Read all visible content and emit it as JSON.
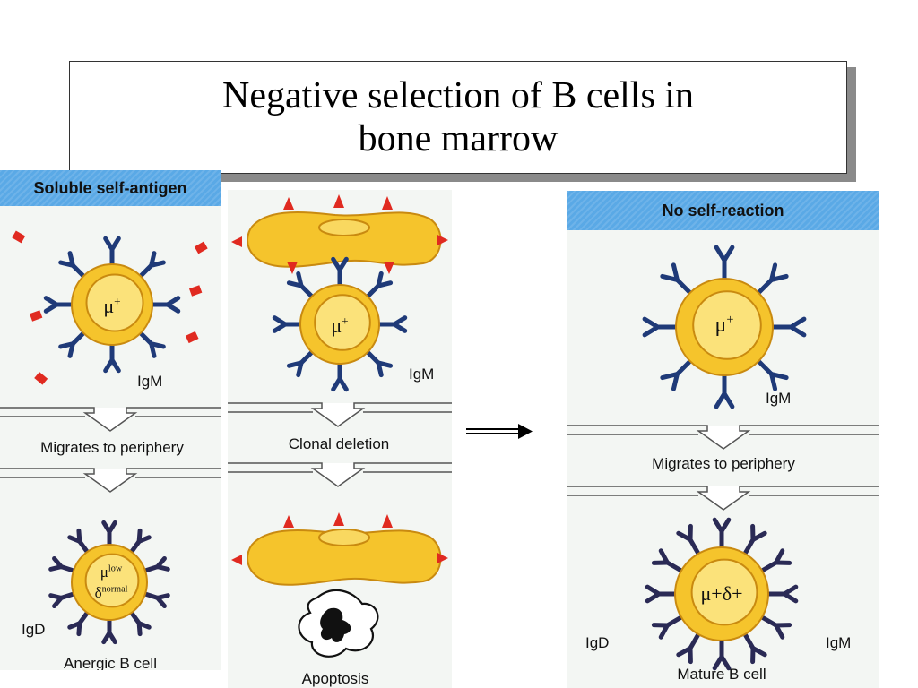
{
  "title": {
    "line1": "Negative selection of B cells in",
    "line2": "bone marrow"
  },
  "panel_left": {
    "header": "Soluble  self-antigen",
    "cell_top_label": "μ+",
    "igm_label": "IgM",
    "step_label": "Migrates  to  periphery",
    "cell_bottom_line1": "μlow",
    "cell_bottom_line2": "δnormal",
    "igd_label": "IgD",
    "result_label": "Anergic  B  cell"
  },
  "panel_middle": {
    "cell_label": "μ+",
    "igm_label": "IgM",
    "step_label": "Clonal  deletion",
    "result_label": "Apoptosis"
  },
  "panel_right": {
    "header": "No  self-reaction",
    "cell_top_label": "μ+",
    "igm_label": "IgM",
    "step_label": "Migrates  to  periphery",
    "cell_bottom_label": "μ+δ+",
    "igd_label": "IgD",
    "igm_label_bottom": "IgM",
    "result_label": "Mature  B  cell"
  },
  "colors": {
    "header_blue": "#5aa9e6",
    "cell_yellow": "#f5c42c",
    "cell_outline": "#c98a10",
    "receptor_navy": "#1f3a78",
    "antigen_red": "#e02a20",
    "panel_bg": "#f3f6f3"
  }
}
